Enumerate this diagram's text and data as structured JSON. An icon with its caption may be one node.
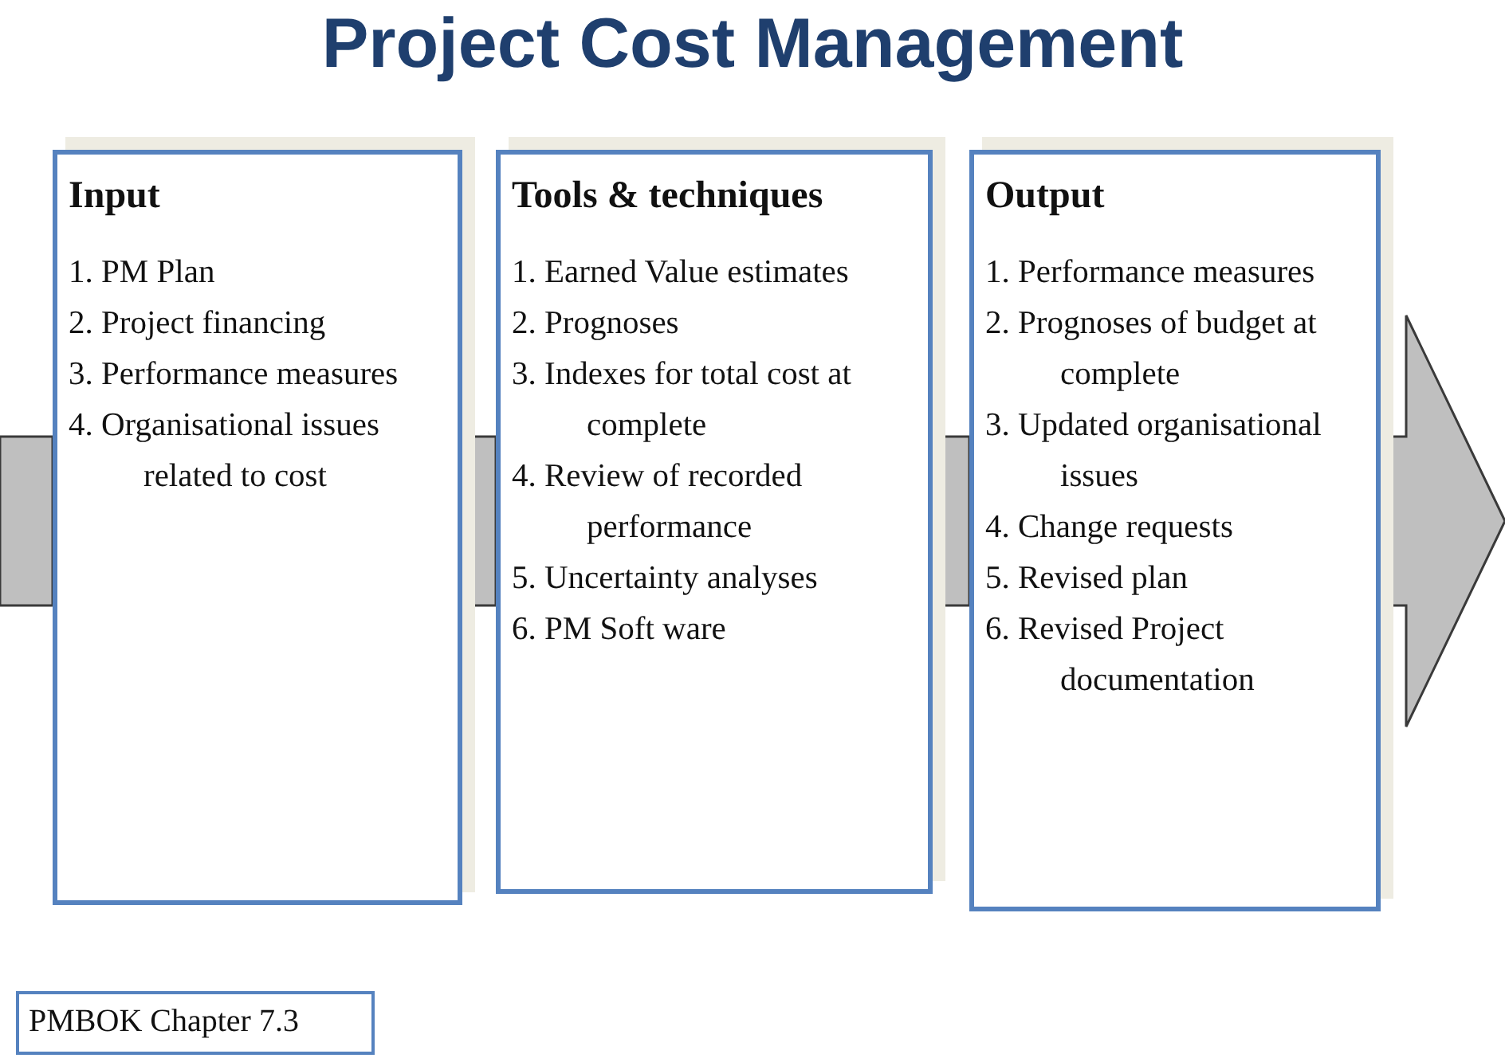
{
  "diagram": {
    "title": "Project Cost Management",
    "nodes": [
      {
        "text": [
          "Input",
          "1. PM Plan",
          "2. Project financing",
          "3. Performance measures",
          "4. Organisational issues related to cost"
        ]
      },
      {
        "text": [
          "Tools & techniques",
          "1. Earned Value estimates",
          "2. Prognoses",
          "3. Indexes for total cost at complete",
          "4. Review of recorded performance",
          "5. Uncertainty analyses",
          "6. PM Soft ware"
        ]
      },
      {
        "text": [
          "Output",
          "1. Performance measures",
          "2. Prognoses of budget at complete",
          "3. Updated organisational issues",
          "4. Change requests",
          "5. Revised plan",
          "6. Revised Project documentation"
        ]
      },
      {
        "text": [
          "PMBOK Chapter 7.3"
        ]
      }
    ],
    "edges": [
      {
        "from": null,
        "to": 0,
        "arrow": "none"
      },
      {
        "from": 0,
        "to": 1,
        "arrow": "none"
      },
      {
        "from": 1,
        "to": 2,
        "arrow": "none"
      },
      {
        "from": 2,
        "to": null,
        "arrow": "to"
      }
    ]
  }
}
